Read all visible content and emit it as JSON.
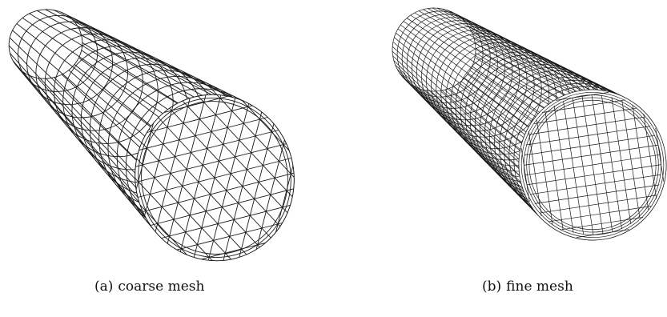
{
  "figure": {
    "panels": [
      {
        "label": "(a)",
        "caption": "coarse mesh"
      },
      {
        "label": "(b)",
        "caption": "fine mesh"
      }
    ],
    "colors": {
      "line": "#1a1a1a",
      "background": "#ffffff"
    }
  }
}
